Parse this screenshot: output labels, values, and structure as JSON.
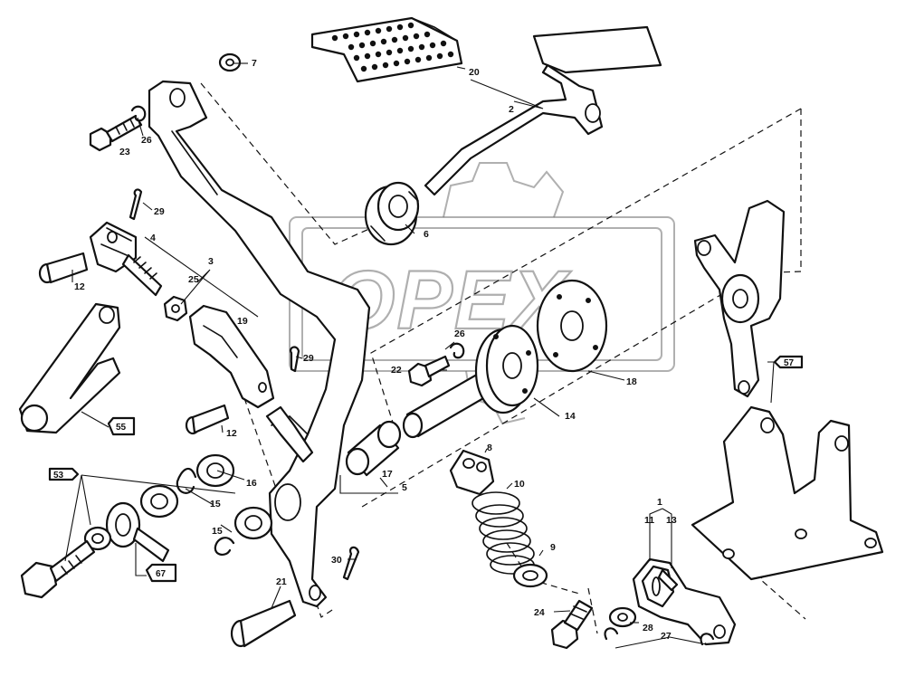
{
  "watermark": {
    "text": "OPEX"
  },
  "callouts": {
    "c1": "1",
    "c2": "2",
    "c3": "3",
    "c4": "4",
    "c5": "5",
    "c6": "6",
    "c7": "7",
    "c8": "8",
    "c9": "9",
    "c10": "10",
    "c11": "11",
    "c12a": "12",
    "c12b": "12",
    "c13": "13",
    "c14": "14",
    "c15a": "15",
    "c15b": "15",
    "c16": "16",
    "c17": "17",
    "c18": "18",
    "c19": "19",
    "c20": "20",
    "c21": "21",
    "c22": "22",
    "c23": "23",
    "c24": "24",
    "c25": "25",
    "c26a": "26",
    "c26b": "26",
    "c27": "27",
    "c28": "28",
    "c29a": "29",
    "c29b": "29",
    "c30": "30"
  },
  "ref_boxes": {
    "b53": "53",
    "b55": "55",
    "b57": "57",
    "b67": "67"
  }
}
